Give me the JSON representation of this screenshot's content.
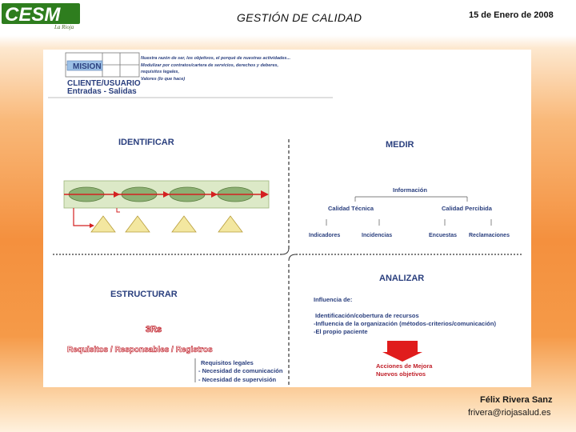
{
  "header": {
    "logo_text": "CESM",
    "logo_sub": "La Rioja",
    "title": "GESTIÓN DE CALIDAD",
    "date": "15 de Enero de 2008"
  },
  "slide": {
    "mision": {
      "label": "MISION",
      "desc_1": "Nuestra razón de ser, los objetivos, el porqué de nuestras actividades...",
      "desc_2": "Modulizar por contratos/cartera de servicios, derechos y deberes,",
      "desc_3": "requisitos legales,",
      "desc_4": "Valores (lo que hace)"
    },
    "cliente": {
      "label": "CLIENTE/USUARIO",
      "flows": "Entradas  - Salidas"
    },
    "identificar": {
      "label": "IDENTIFICAR"
    },
    "medir": {
      "label": "MEDIR",
      "informacion": "Información",
      "calidad_tecnica": "Calidad Técnica",
      "calidad_percibida": "Calidad Percibida",
      "indicadores": "Indicadores",
      "incidencias": "Incidencias",
      "encuestas": "Encuestas",
      "reclamaciones": "Reclamaciones"
    },
    "estructurar": {
      "label": "ESTRUCTURAR",
      "abbr": "3Rs",
      "rs_line": "Requisitos  /  Responsables  /  Registros",
      "req_1": "Requisitos legales",
      "req_2": "- Necesidad de comunicación",
      "req_3": "- Necesidad de supervisión"
    },
    "analizar": {
      "label": "ANALIZAR",
      "influencia": "Influencia de:",
      "item_1": "Identificación/cobertura de recursos",
      "item_2": "-Influencia de la organización (métodos-criterios/comunicación)",
      "item_3": "-El propio paciente",
      "accion_1": "Acciones de Mejora",
      "accion_2": "Nuevos objetivos"
    }
  },
  "footer": {
    "name": "Félix Rivera Sanz",
    "email": "frivera@riojasalud.es"
  },
  "colors": {
    "accent_red": "#c0202a",
    "text_blue": "#2a3f7e",
    "green": "#2e7d1e",
    "orange": "#f4903e"
  }
}
